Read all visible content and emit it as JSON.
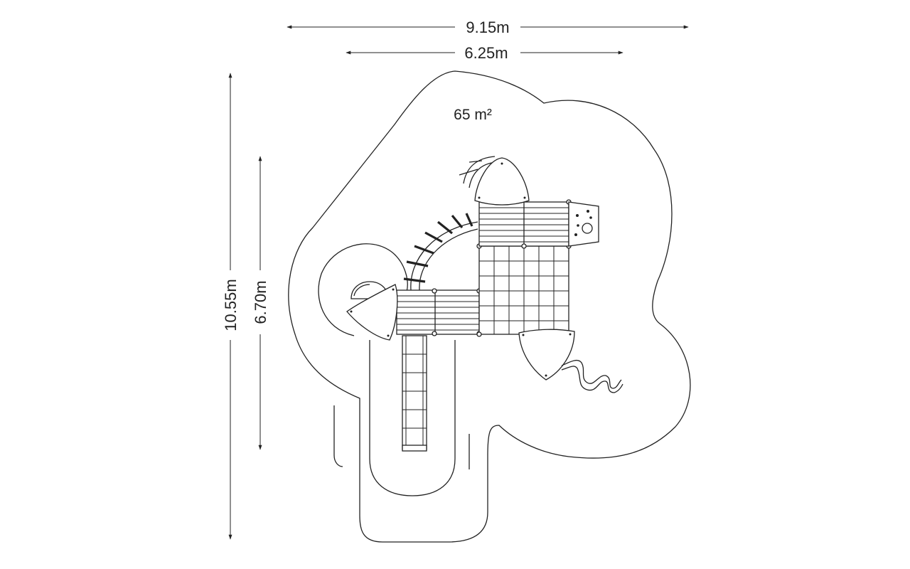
{
  "dimensions": {
    "overall_width": "9.15m",
    "platform_width": "6.25m",
    "overall_length": "10.55m",
    "platform_length": "6.70m"
  },
  "area": "65 m²",
  "colors": {
    "line": "#222222",
    "background": "#ffffff"
  }
}
